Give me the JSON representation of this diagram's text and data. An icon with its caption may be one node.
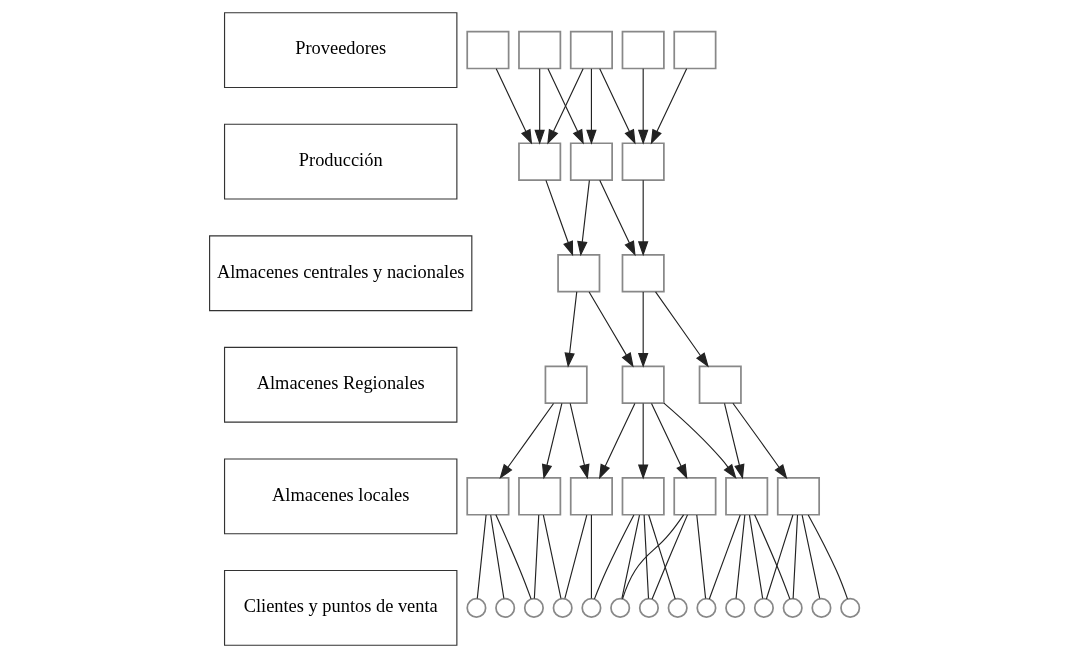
{
  "diagram": {
    "nodes": [
      {
        "text": [
          "Proveedores"
        ]
      },
      {
        "text": [
          "Producción"
        ]
      },
      {
        "text": [
          "Almacenes centrales y nacionales"
        ]
      },
      {
        "text": [
          "Almacenes Regionales"
        ]
      },
      {
        "text": [
          "Almacenes locales"
        ]
      },
      {
        "text": [
          "Clientes y puntos de venta"
        ]
      },
      {
        "text": [],
        "shape": "box"
      },
      {
        "text": [],
        "shape": "box"
      },
      {
        "text": [],
        "shape": "box"
      },
      {
        "text": [],
        "shape": "box"
      },
      {
        "text": [],
        "shape": "box"
      },
      {
        "text": [],
        "shape": "box"
      },
      {
        "text": [],
        "shape": "box"
      },
      {
        "text": [],
        "shape": "box"
      },
      {
        "text": [],
        "shape": "box"
      },
      {
        "text": [],
        "shape": "box"
      },
      {
        "text": [],
        "shape": "box"
      },
      {
        "text": [],
        "shape": "box"
      },
      {
        "text": [],
        "shape": "box"
      },
      {
        "text": [],
        "shape": "box"
      },
      {
        "text": [],
        "shape": "box"
      },
      {
        "text": [],
        "shape": "box"
      },
      {
        "text": [],
        "shape": "box"
      },
      {
        "text": [],
        "shape": "box"
      },
      {
        "text": [],
        "shape": "box"
      },
      {
        "text": [],
        "shape": "box"
      },
      {
        "text": [],
        "shape": "circle"
      },
      {
        "text": [],
        "shape": "circle"
      },
      {
        "text": [],
        "shape": "circle"
      },
      {
        "text": [],
        "shape": "circle"
      },
      {
        "text": [],
        "shape": "circle"
      },
      {
        "text": [],
        "shape": "circle"
      },
      {
        "text": [],
        "shape": "circle"
      },
      {
        "text": [],
        "shape": "circle"
      },
      {
        "text": [],
        "shape": "circle"
      },
      {
        "text": [],
        "shape": "circle"
      },
      {
        "text": [],
        "shape": "circle"
      },
      {
        "text": [],
        "shape": "circle"
      },
      {
        "text": [],
        "shape": "circle"
      },
      {
        "text": [],
        "shape": "circle"
      }
    ],
    "edges": [
      {
        "from": 6,
        "to": 11,
        "arrow": "to"
      },
      {
        "from": 7,
        "to": 11,
        "arrow": "to"
      },
      {
        "from": 7,
        "to": 12,
        "arrow": "to"
      },
      {
        "from": 8,
        "to": 11,
        "arrow": "to"
      },
      {
        "from": 8,
        "to": 12,
        "arrow": "to"
      },
      {
        "from": 8,
        "to": 13,
        "arrow": "to"
      },
      {
        "from": 9,
        "to": 13,
        "arrow": "to"
      },
      {
        "from": 10,
        "to": 13,
        "arrow": "to"
      },
      {
        "from": 11,
        "to": 14,
        "arrow": "to"
      },
      {
        "from": 12,
        "to": 14,
        "arrow": "to"
      },
      {
        "from": 12,
        "to": 15,
        "arrow": "to"
      },
      {
        "from": 13,
        "to": 15,
        "arrow": "to"
      },
      {
        "from": 14,
        "to": 16,
        "arrow": "to"
      },
      {
        "from": 14,
        "to": 17,
        "arrow": "to"
      },
      {
        "from": 15,
        "to": 17,
        "arrow": "to"
      },
      {
        "from": 15,
        "to": 18,
        "arrow": "to"
      },
      {
        "from": 16,
        "to": 19,
        "arrow": "to"
      },
      {
        "from": 16,
        "to": 20,
        "arrow": "to"
      },
      {
        "from": 16,
        "to": 21,
        "arrow": "to"
      },
      {
        "from": 17,
        "to": 21,
        "arrow": "to"
      },
      {
        "from": 17,
        "to": 22,
        "arrow": "to"
      },
      {
        "from": 17,
        "to": 23,
        "arrow": "to"
      },
      {
        "from": 17,
        "to": 24,
        "arrow": "to"
      },
      {
        "from": 18,
        "to": 24,
        "arrow": "to"
      },
      {
        "from": 18,
        "to": 25,
        "arrow": "to"
      },
      {
        "from": 19,
        "to": 26,
        "arrow": "none"
      },
      {
        "from": 19,
        "to": 27,
        "arrow": "none"
      },
      {
        "from": 19,
        "to": 28,
        "arrow": "none"
      },
      {
        "from": 20,
        "to": 28,
        "arrow": "none"
      },
      {
        "from": 20,
        "to": 29,
        "arrow": "none"
      },
      {
        "from": 21,
        "to": 29,
        "arrow": "none"
      },
      {
        "from": 21,
        "to": 30,
        "arrow": "none"
      },
      {
        "from": 22,
        "to": 30,
        "arrow": "none"
      },
      {
        "from": 22,
        "to": 31,
        "arrow": "none"
      },
      {
        "from": 22,
        "to": 32,
        "arrow": "none"
      },
      {
        "from": 22,
        "to": 33,
        "arrow": "none"
      },
      {
        "from": 23,
        "to": 31,
        "arrow": "none"
      },
      {
        "from": 23,
        "to": 32,
        "arrow": "none"
      },
      {
        "from": 23,
        "to": 34,
        "arrow": "none"
      },
      {
        "from": 24,
        "to": 34,
        "arrow": "none"
      },
      {
        "from": 24,
        "to": 35,
        "arrow": "none"
      },
      {
        "from": 24,
        "to": 36,
        "arrow": "none"
      },
      {
        "from": 24,
        "to": 37,
        "arrow": "none"
      },
      {
        "from": 25,
        "to": 36,
        "arrow": "none"
      },
      {
        "from": 25,
        "to": 37,
        "arrow": "none"
      },
      {
        "from": 25,
        "to": 38,
        "arrow": "none"
      },
      {
        "from": 25,
        "to": 39,
        "arrow": "none"
      }
    ]
  }
}
